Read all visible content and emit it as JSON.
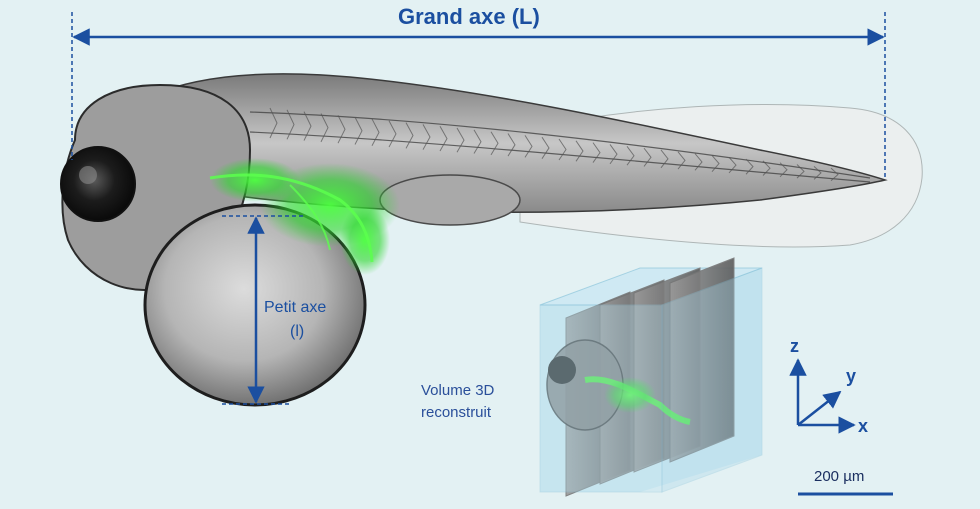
{
  "long_axis": {
    "label": "Grand axe (L)"
  },
  "short_axis": {
    "label_line1": "Petit axe",
    "label_line2": "(l)"
  },
  "volume": {
    "label_line1": "Volume 3D",
    "label_line2": "reconstruit"
  },
  "axes": {
    "z": "z",
    "y": "y",
    "x": "x"
  },
  "scale_bar": {
    "label": "200 µm"
  },
  "colors": {
    "annotation": "#1b4fa0",
    "fluorescence": "#39e83a",
    "background": "#e3f1f3"
  }
}
